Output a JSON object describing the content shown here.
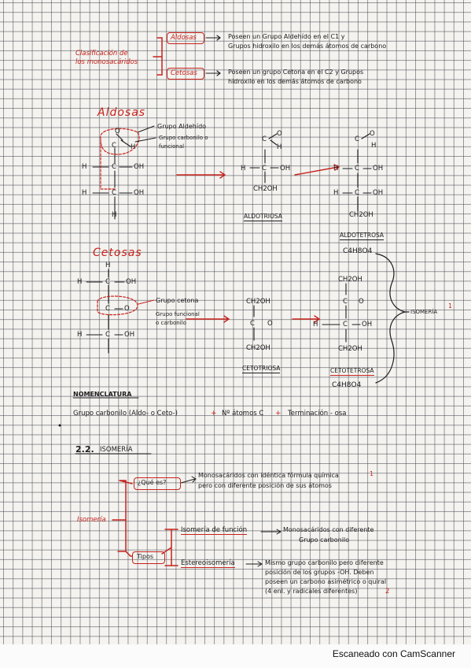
{
  "clasificacion": {
    "title_line1": "Clasificación de",
    "title_line2": "los monosacáridos",
    "aldosas_label": "Aldosas",
    "aldosas_desc1": "Poseen un Grupo Aldehído en el C1 y",
    "aldosas_desc2": "Grupos hidroxilo en los demás átomos de carbono",
    "cetosas_label": "Cetosas",
    "cetosas_desc1": "Poseen un grupo Cetona en el C2 y Grupos",
    "cetosas_desc2": "hidroxilo en los demás átomos de carbono"
  },
  "aldosas": {
    "heading": "Aldosas",
    "ann_grupo_aldehido": "Grupo Aldehído",
    "ann_grupo_carbonilo": "Grupo carbonilo o",
    "ann_funcional": "funcional",
    "struct1": [
      "O",
      "C",
      "H",
      "H",
      "C",
      "OH",
      "H",
      "C",
      "OH",
      "H"
    ],
    "aldotriosa_name": "ALDOTRIOSA",
    "aldotriosa_lines": [
      "C",
      "O",
      "H",
      "H",
      "C",
      "OH",
      "CH2OH"
    ],
    "aldotetrosa_name": "ALDOTETROSA",
    "aldotetrosa_formula": "C4H8O4",
    "aldotetrosa_lines": [
      "C",
      "O",
      "H",
      "H",
      "C",
      "OH",
      "H",
      "C",
      "OH",
      "CH2OH"
    ]
  },
  "cetosas": {
    "heading": "Cetosas",
    "ann_grupo_cetona": "Grupo cetona",
    "ann_grupo_funcional": "Grupo funcional",
    "ann_carbonilo": "o carbonilo",
    "struct1": [
      "H",
      "H",
      "C",
      "OH",
      "C",
      "O",
      "H",
      "C",
      "OH"
    ],
    "cetotriosa_name": "CETOTRIOSA",
    "cetotriosa_lines": [
      "CH2OH",
      "C",
      "O",
      "CH2OH"
    ],
    "cetotetrosa_name": "CETOTETROSA",
    "cetotetrosa_formula": "C4H8O4",
    "cetotetrosa_lines": [
      "CH2OH",
      "C",
      "O",
      "H",
      "C",
      "OH",
      "CH2OH"
    ],
    "isomeria_label": "ISOMERÍA"
  },
  "nomenclatura": {
    "heading": "NOMENCLATURA",
    "part1": "Grupo carbonilo (Aldo- o Ceto-)",
    "plus1": "+",
    "part2": "Nº átomos C",
    "plus2": "+",
    "part3": "Terminación - osa"
  },
  "isomeria": {
    "section_number": "2.2.",
    "section_title": "ISOMERÍA",
    "root": "Isomería",
    "que_es": "¿Qué es?",
    "que_es_desc1": "Monosacáridos con idéntica fórmula química",
    "que_es_desc2": "pero con diferente posición de sus átomos",
    "tipos": "Tipos",
    "funcion_label": "Isomería de función",
    "funcion_desc1": "Monosacáridos con diferente",
    "funcion_desc2": "Grupo carbonilo",
    "estereo_label": "Estereoisomería",
    "estereo_desc1": "Mismo grupo carbonilo pero diferente",
    "estereo_desc2": "posición de los grupos -OH. Deben",
    "estereo_desc3": "poseen un carbono asimétrico o quiral",
    "estereo_desc4": "(4 enl. y radicales diferentes)",
    "estereo_num": "2"
  },
  "scanner": {
    "watermark": "Escaneado con CamScanner"
  },
  "colors": {
    "red_ink": "#c8221c",
    "black_ink": "#1d1d1d",
    "grid": "#464650"
  }
}
